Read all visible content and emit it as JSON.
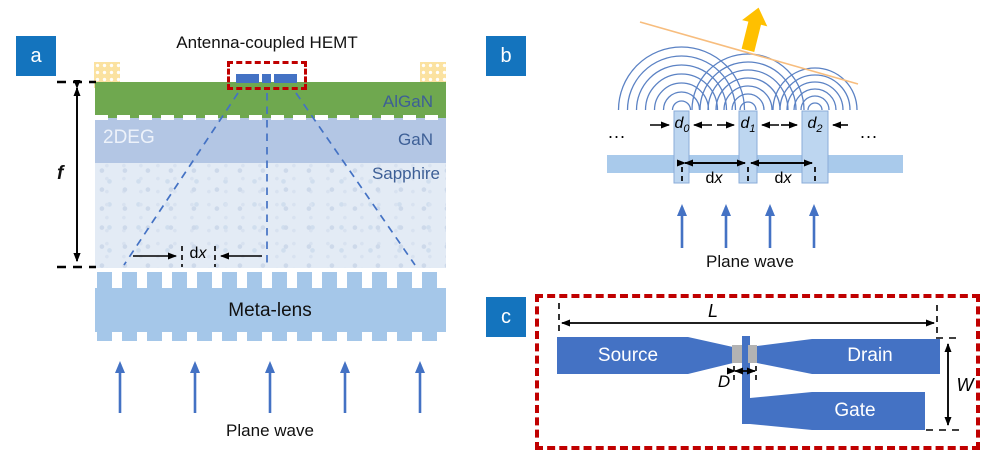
{
  "figure": {
    "type": "scientific-schematic",
    "description_colors": {
      "accent_blue": "#4472C4",
      "panel_label_blue": "#1474BE",
      "meta_lens_blue": "#A5C7E9",
      "gan_blue": "#B3C6E4",
      "algan_green": "#6FA84F",
      "sapphire_blue": "#E3EBF5",
      "pad_cream": "#FBE2A0",
      "dashed_red": "#C00000",
      "beam_orange": "#FFC000",
      "gate_gray": "#B3B3B3"
    }
  },
  "panel_a": {
    "label": "a",
    "title": "Antenna-coupled HEMT",
    "layers": {
      "algan": "AlGaN",
      "gan": "GaN",
      "sapphire": "Sapphire",
      "two_deg": "2DEG",
      "metalens": "Meta-lens"
    },
    "dims": {
      "focal": "f",
      "dx": {
        "d": "d",
        "x": "x"
      }
    },
    "plane_wave": "Plane wave"
  },
  "panel_b": {
    "label": "b",
    "d_labels": [
      {
        "base": "d",
        "sub": "0"
      },
      {
        "base": "d",
        "sub": "1"
      },
      {
        "base": "d",
        "sub": "2"
      }
    ],
    "dx_labels": [
      {
        "d": "d",
        "x": "x"
      },
      {
        "d": "d",
        "x": "x"
      }
    ],
    "ellipsis_left": "...",
    "ellipsis_right": "...",
    "plane_wave": "Plane wave"
  },
  "panel_c": {
    "label": "c",
    "electrodes": {
      "source": "Source",
      "drain": "Drain",
      "gate": "Gate"
    },
    "dims": {
      "length": "L",
      "gate_length": "D",
      "width": "W"
    }
  }
}
